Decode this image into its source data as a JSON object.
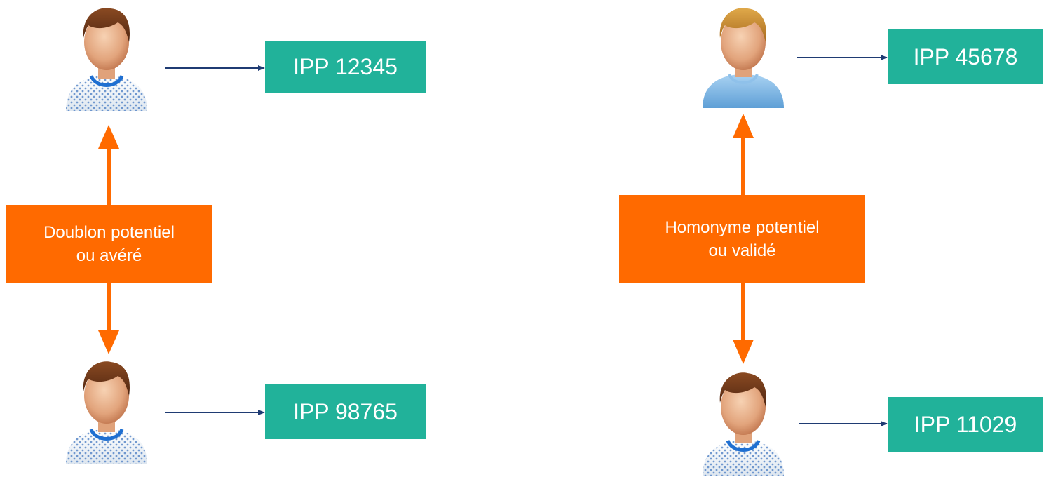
{
  "diagram": {
    "left": {
      "top_id": "IPP 12345",
      "bottom_id": "IPP 98765",
      "relation_line1": "Doublon potentiel",
      "relation_line2": "ou avéré",
      "top_patient_icon": "patient-gown-icon",
      "bottom_patient_icon": "patient-gown-icon"
    },
    "right": {
      "top_id": "IPP 45678",
      "bottom_id": "IPP 11029",
      "relation_line1": "Homonyme potentiel",
      "relation_line2": "ou validé",
      "top_patient_icon": "person-blue-shirt-icon",
      "bottom_patient_icon": "patient-gown-icon"
    },
    "colors": {
      "id_box": "#21b29a",
      "relation_box": "#ff6a00",
      "relation_arrow": "#ff6a00",
      "link_arrow": "#1f3b73"
    }
  }
}
